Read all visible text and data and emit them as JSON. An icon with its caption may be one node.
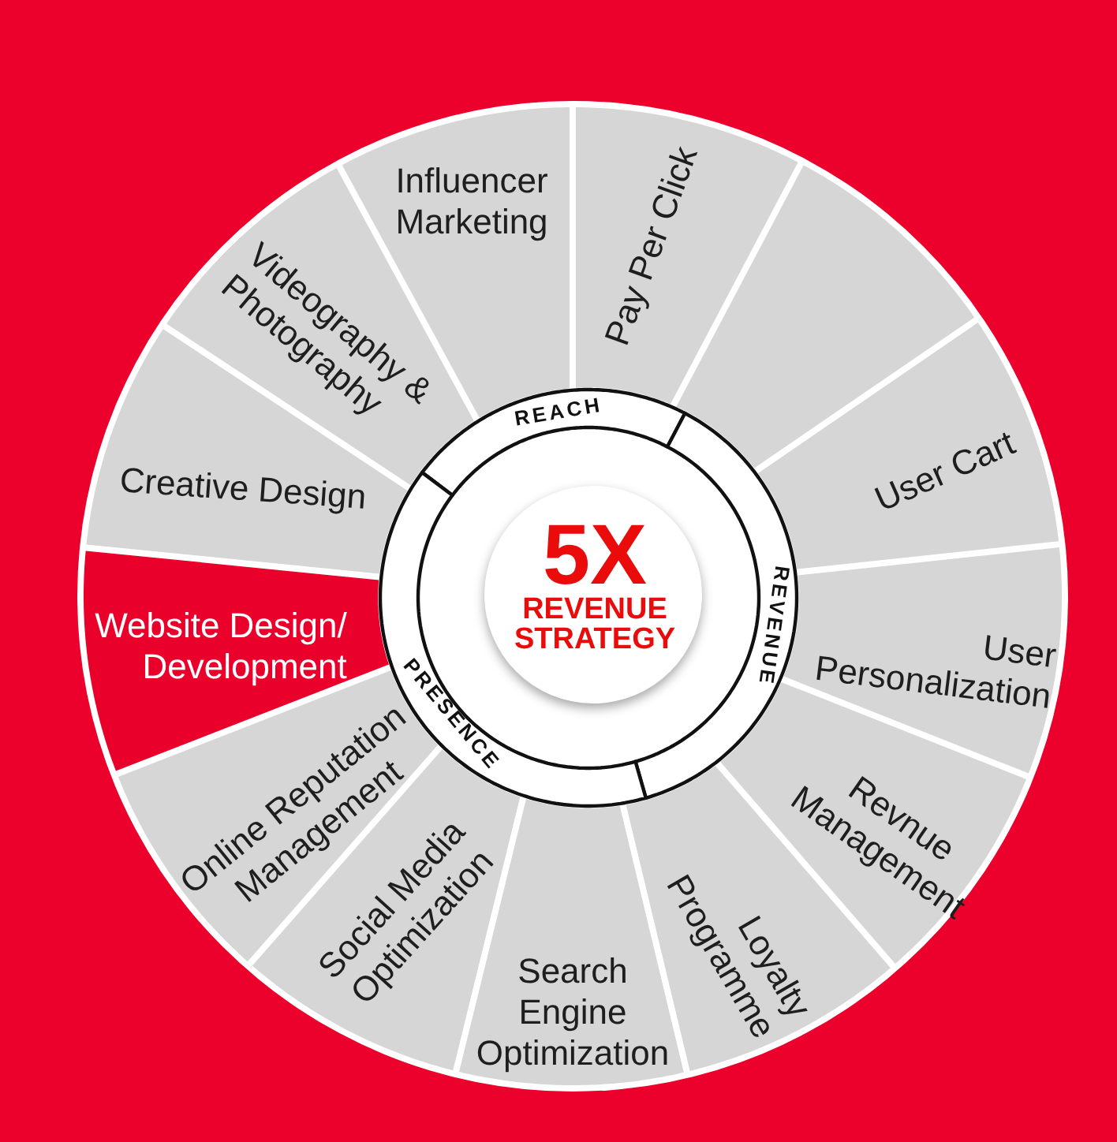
{
  "diagram": {
    "nodes": [
      {
        "text": [
          "5X",
          "REVENUE STRATEGY"
        ]
      },
      {
        "text": [
          "REACH"
        ]
      },
      {
        "text": [
          "REVENUE"
        ]
      },
      {
        "text": [
          "PRESENCE"
        ]
      },
      {
        "text": [
          "Influencer Marketing"
        ]
      },
      {
        "text": [
          "Pay Per Click"
        ]
      },
      {
        "text": [],
        "shape": "segment"
      },
      {
        "text": [
          "User Cart"
        ]
      },
      {
        "text": [
          "User Personalization"
        ]
      },
      {
        "text": [
          "Revnue Management"
        ]
      },
      {
        "text": [
          "Loyalty Programme"
        ]
      },
      {
        "text": [
          "Search Engine Optimization"
        ]
      },
      {
        "text": [
          "Social Media Optimization"
        ]
      },
      {
        "text": [
          "Online Reputation Management"
        ]
      },
      {
        "text": [
          "Website Design/ Development"
        ]
      },
      {
        "text": [
          "Creative Design"
        ]
      },
      {
        "text": [
          "Videography & Photography"
        ]
      }
    ]
  }
}
